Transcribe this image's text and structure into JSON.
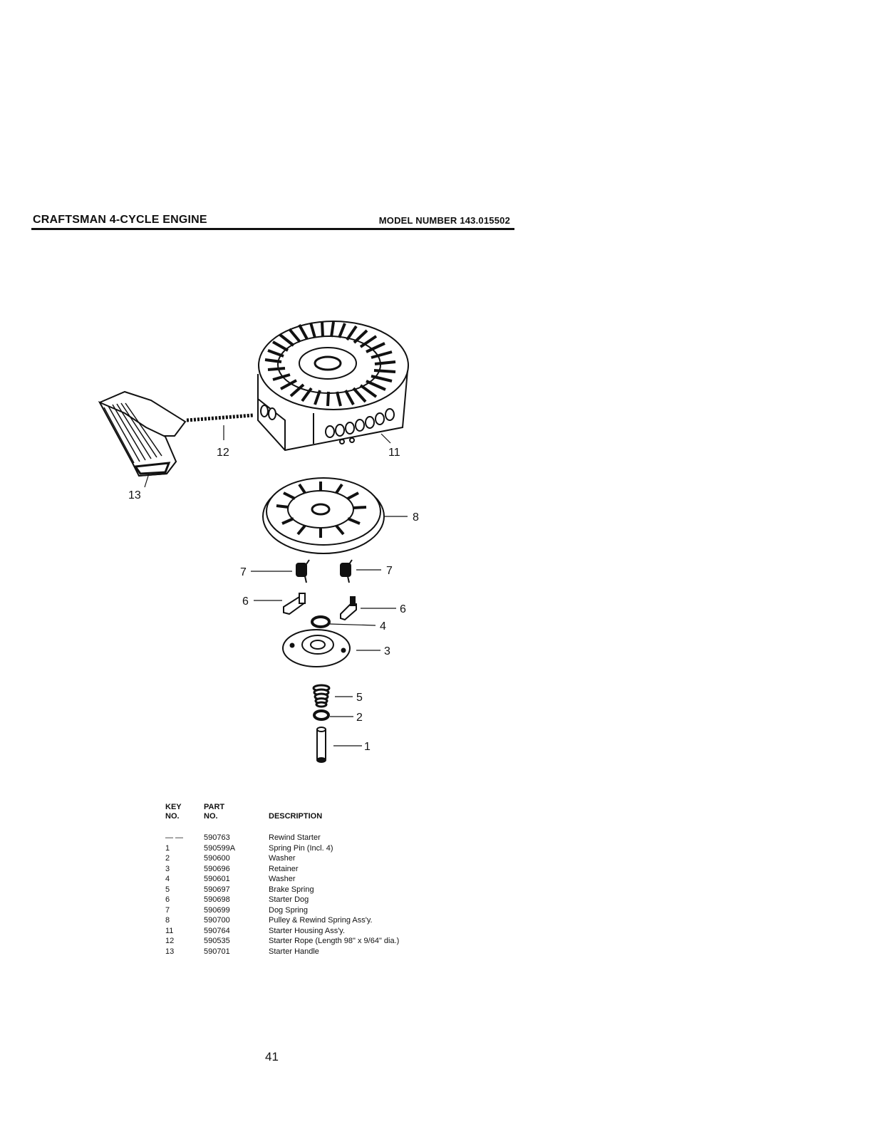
{
  "header": {
    "title": "CRAFTSMAN 4-CYCLE ENGINE",
    "model": "MODEL NUMBER 143.015502"
  },
  "callouts": [
    "13",
    "12",
    "11",
    "8",
    "7",
    "7",
    "6",
    "6",
    "4",
    "3",
    "5",
    "2",
    "1"
  ],
  "table": {
    "key_header": "KEY NO.",
    "part_header": "PART NO.",
    "desc_header": "DESCRIPTION",
    "rows": [
      {
        "key": "— —",
        "part": "590763",
        "desc": "Rewind Starter"
      },
      {
        "key": "1",
        "part": "590599A",
        "desc": "Spring Pin (Incl. 4)"
      },
      {
        "key": "2",
        "part": "590600",
        "desc": "Washer"
      },
      {
        "key": "3",
        "part": "590696",
        "desc": "Retainer"
      },
      {
        "key": "4",
        "part": "590601",
        "desc": "Washer"
      },
      {
        "key": "5",
        "part": "590697",
        "desc": "Brake Spring"
      },
      {
        "key": "6",
        "part": "590698",
        "desc": "Starter Dog"
      },
      {
        "key": "7",
        "part": "590699",
        "desc": "Dog Spring"
      },
      {
        "key": "8",
        "part": "590700",
        "desc": "Pulley & Rewind Spring Ass'y."
      },
      {
        "key": "11",
        "part": "590764",
        "desc": "Starter Housing Ass'y."
      },
      {
        "key": "12",
        "part": "590535",
        "desc": "Starter Rope (Length 98\" x 9/64\" dia.)"
      },
      {
        "key": "13",
        "part": "590701",
        "desc": "Starter Handle"
      }
    ]
  },
  "page_number": "41"
}
